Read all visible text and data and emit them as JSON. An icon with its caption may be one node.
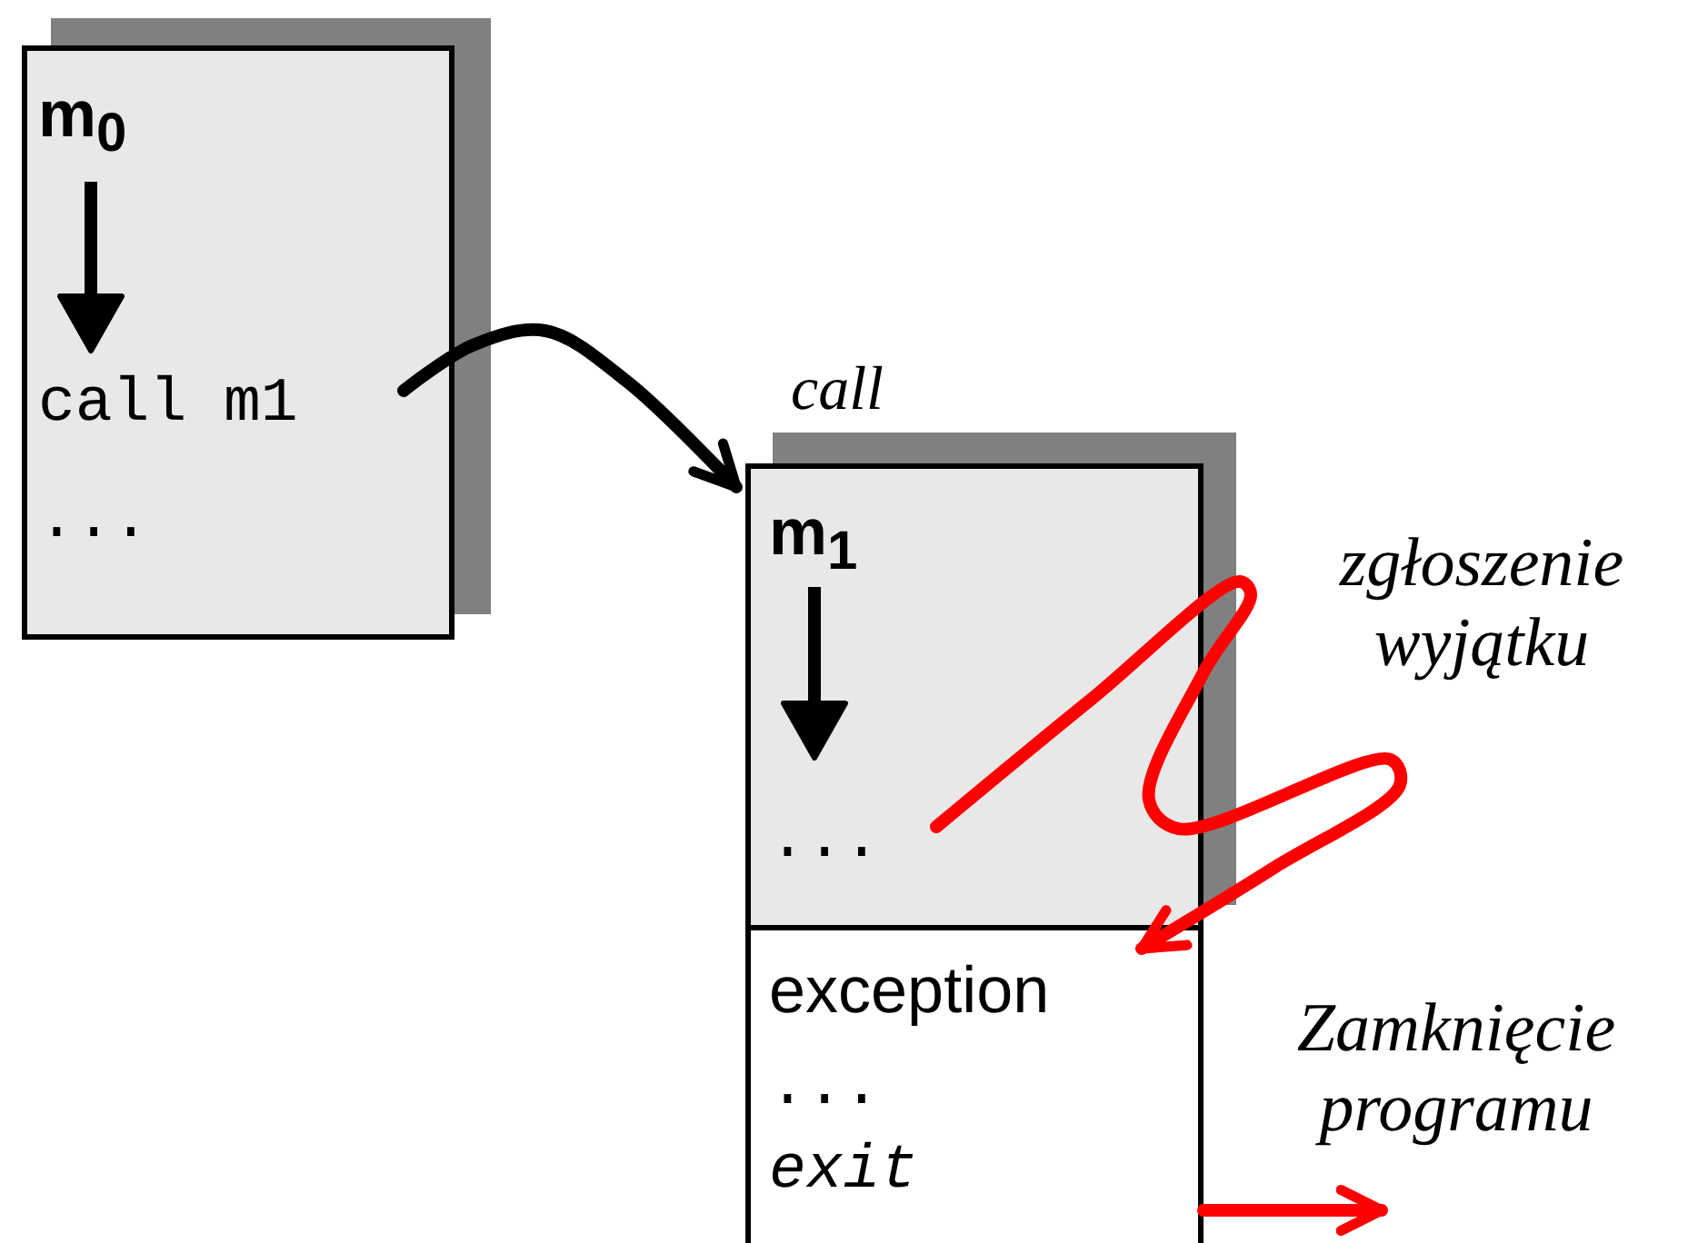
{
  "diagram": {
    "nodes": [
      {
        "text": [
          "m$_{0}$",
          "call m1",
          "..."
        ]
      },
      {
        "text": [
          "m$_{1}$",
          "..."
        ],
        "beside": [
          "call"
        ]
      },
      {
        "text": [
          "exception",
          "...",
          "exit"
        ]
      }
    ],
    "edges": [
      {
        "from": 0,
        "to": 1,
        "arrow": "to",
        "color": "#000000"
      },
      {
        "from": 1,
        "to": 2,
        "arrow": "to",
        "color": "#ff0000"
      },
      {
        "from": 2,
        "to": null,
        "arrow": "to",
        "color": "#ff0000"
      }
    ],
    "labels": [
      "zgłoszenie wyjątku",
      "Zamknięcie programu"
    ]
  }
}
